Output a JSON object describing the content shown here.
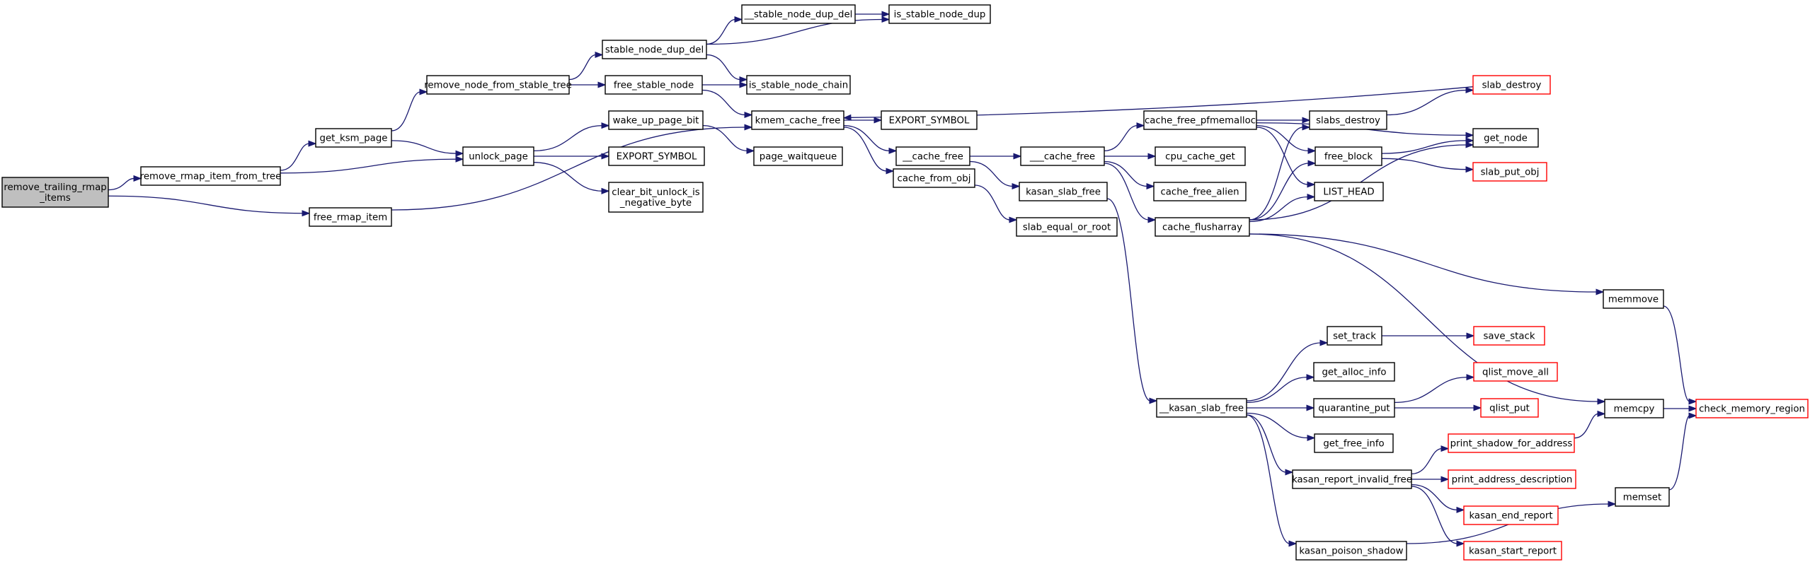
{
  "colors": {
    "edge": "#191970",
    "node_border": "#000000",
    "truncated_border": "#ff0000",
    "root_fill": "#bfbfbf",
    "node_fill": "#ffffff"
  },
  "nodes": [
    {
      "id": "remove_trailing_rmap_items",
      "lines": [
        "remove_trailing_rmap",
        "_items"
      ],
      "root": true
    },
    {
      "id": "remove_rmap_item_from_tree",
      "lines": [
        "remove_rmap_item_from_tree"
      ]
    },
    {
      "id": "free_rmap_item",
      "lines": [
        "free_rmap_item"
      ]
    },
    {
      "id": "get_ksm_page",
      "lines": [
        "get_ksm_page"
      ]
    },
    {
      "id": "unlock_page",
      "lines": [
        "unlock_page"
      ]
    },
    {
      "id": "remove_node_from_stable_tree",
      "lines": [
        "remove_node_from_stable_tree"
      ]
    },
    {
      "id": "stable_node_dup_del",
      "lines": [
        "stable_node_dup_del"
      ]
    },
    {
      "id": "__stable_node_dup_del",
      "lines": [
        "__stable_node_dup_del"
      ]
    },
    {
      "id": "is_stable_node_dup",
      "lines": [
        "is_stable_node_dup"
      ]
    },
    {
      "id": "free_stable_node",
      "lines": [
        "free_stable_node"
      ]
    },
    {
      "id": "is_stable_node_chain",
      "lines": [
        "is_stable_node_chain"
      ]
    },
    {
      "id": "wake_up_page_bit",
      "lines": [
        "wake_up_page_bit"
      ]
    },
    {
      "id": "EXPORT_SYMBOL_1",
      "lines": [
        "EXPORT_SYMBOL"
      ]
    },
    {
      "id": "clear_bit_unlock_is_negative_byte",
      "lines": [
        "clear_bit_unlock_is",
        "_negative_byte"
      ]
    },
    {
      "id": "page_waitqueue",
      "lines": [
        "page_waitqueue"
      ]
    },
    {
      "id": "kmem_cache_free",
      "lines": [
        "kmem_cache_free"
      ]
    },
    {
      "id": "EXPORT_SYMBOL_2",
      "lines": [
        "EXPORT_SYMBOL"
      ]
    },
    {
      "id": "__cache_free",
      "lines": [
        "__cache_free"
      ]
    },
    {
      "id": "cache_from_obj",
      "lines": [
        "cache_from_obj"
      ]
    },
    {
      "id": "slab_equal_or_root",
      "lines": [
        "slab_equal_or_root"
      ]
    },
    {
      "id": "kasan_slab_free",
      "lines": [
        "kasan_slab_free"
      ]
    },
    {
      "id": "___cache_free",
      "lines": [
        "___cache_free"
      ]
    },
    {
      "id": "cache_free_pfmemalloc",
      "lines": [
        "cache_free_pfmemalloc"
      ]
    },
    {
      "id": "cpu_cache_get",
      "lines": [
        "cpu_cache_get"
      ]
    },
    {
      "id": "cache_free_alien",
      "lines": [
        "cache_free_alien"
      ]
    },
    {
      "id": "cache_flusharray",
      "lines": [
        "cache_flusharray"
      ]
    },
    {
      "id": "slabs_destroy",
      "lines": [
        "slabs_destroy"
      ]
    },
    {
      "id": "free_block",
      "lines": [
        "free_block"
      ]
    },
    {
      "id": "LIST_HEAD",
      "lines": [
        "LIST_HEAD"
      ]
    },
    {
      "id": "slab_destroy",
      "lines": [
        "slab_destroy"
      ],
      "truncated": true
    },
    {
      "id": "get_node",
      "lines": [
        "get_node"
      ]
    },
    {
      "id": "slab_put_obj",
      "lines": [
        "slab_put_obj"
      ],
      "truncated": true
    },
    {
      "id": "memmove",
      "lines": [
        "memmove"
      ]
    },
    {
      "id": "check_memory_region",
      "lines": [
        "check_memory_region"
      ],
      "truncated": true
    },
    {
      "id": "memcpy",
      "lines": [
        "memcpy"
      ]
    },
    {
      "id": "memset",
      "lines": [
        "memset"
      ]
    },
    {
      "id": "__kasan_slab_free",
      "lines": [
        "__kasan_slab_free"
      ]
    },
    {
      "id": "set_track",
      "lines": [
        "set_track"
      ]
    },
    {
      "id": "save_stack",
      "lines": [
        "save_stack"
      ],
      "truncated": true
    },
    {
      "id": "get_alloc_info",
      "lines": [
        "get_alloc_info"
      ]
    },
    {
      "id": "quarantine_put",
      "lines": [
        "quarantine_put"
      ]
    },
    {
      "id": "qlist_move_all",
      "lines": [
        "qlist_move_all"
      ],
      "truncated": true
    },
    {
      "id": "qlist_put",
      "lines": [
        "qlist_put"
      ],
      "truncated": true
    },
    {
      "id": "get_free_info",
      "lines": [
        "get_free_info"
      ]
    },
    {
      "id": "kasan_report_invalid_free",
      "lines": [
        "kasan_report_invalid_free"
      ]
    },
    {
      "id": "print_shadow_for_address",
      "lines": [
        "print_shadow_for_address"
      ],
      "truncated": true
    },
    {
      "id": "print_address_description",
      "lines": [
        "print_address_description"
      ],
      "truncated": true
    },
    {
      "id": "kasan_end_report",
      "lines": [
        "kasan_end_report"
      ],
      "truncated": true
    },
    {
      "id": "kasan_start_report",
      "lines": [
        "kasan_start_report"
      ],
      "truncated": true
    },
    {
      "id": "kasan_poison_shadow",
      "lines": [
        "kasan_poison_shadow"
      ]
    }
  ],
  "edges": [
    [
      "remove_trailing_rmap_items",
      "remove_rmap_item_from_tree"
    ],
    [
      "remove_trailing_rmap_items",
      "free_rmap_item"
    ],
    [
      "remove_rmap_item_from_tree",
      "get_ksm_page"
    ],
    [
      "remove_rmap_item_from_tree",
      "unlock_page"
    ],
    [
      "get_ksm_page",
      "remove_node_from_stable_tree"
    ],
    [
      "get_ksm_page",
      "unlock_page"
    ],
    [
      "remove_node_from_stable_tree",
      "stable_node_dup_del"
    ],
    [
      "remove_node_from_stable_tree",
      "free_stable_node"
    ],
    [
      "stable_node_dup_del",
      "__stable_node_dup_del"
    ],
    [
      "stable_node_dup_del",
      "is_stable_node_dup"
    ],
    [
      "stable_node_dup_del",
      "is_stable_node_chain"
    ],
    [
      "__stable_node_dup_del",
      "is_stable_node_dup"
    ],
    [
      "free_stable_node",
      "is_stable_node_chain"
    ],
    [
      "free_stable_node",
      "kmem_cache_free"
    ],
    [
      "unlock_page",
      "wake_up_page_bit"
    ],
    [
      "unlock_page",
      "EXPORT_SYMBOL_1"
    ],
    [
      "unlock_page",
      "clear_bit_unlock_is_negative_byte"
    ],
    [
      "wake_up_page_bit",
      "page_waitqueue"
    ],
    [
      "free_rmap_item",
      "kmem_cache_free"
    ],
    [
      "kmem_cache_free",
      "EXPORT_SYMBOL_2"
    ],
    [
      "kmem_cache_free",
      "__cache_free"
    ],
    [
      "kmem_cache_free",
      "cache_from_obj"
    ],
    [
      "cache_from_obj",
      "slab_equal_or_root"
    ],
    [
      "__cache_free",
      "___cache_free"
    ],
    [
      "__cache_free",
      "kasan_slab_free"
    ],
    [
      "kasan_slab_free",
      "__kasan_slab_free"
    ],
    [
      "___cache_free",
      "cache_free_pfmemalloc"
    ],
    [
      "___cache_free",
      "cpu_cache_get"
    ],
    [
      "___cache_free",
      "cache_free_alien"
    ],
    [
      "___cache_free",
      "cache_flusharray"
    ],
    [
      "cache_free_pfmemalloc",
      "slabs_destroy"
    ],
    [
      "cache_free_pfmemalloc",
      "free_block"
    ],
    [
      "cache_free_pfmemalloc",
      "LIST_HEAD"
    ],
    [
      "cache_free_pfmemalloc",
      "get_node"
    ],
    [
      "slabs_destroy",
      "slab_destroy"
    ],
    [
      "slab_destroy",
      "kmem_cache_free"
    ],
    [
      "free_block",
      "get_node"
    ],
    [
      "free_block",
      "slab_put_obj"
    ],
    [
      "cache_flusharray",
      "slabs_destroy"
    ],
    [
      "cache_flusharray",
      "free_block"
    ],
    [
      "cache_flusharray",
      "LIST_HEAD"
    ],
    [
      "cache_flusharray",
      "get_node"
    ],
    [
      "cache_flusharray",
      "memmove"
    ],
    [
      "cache_flusharray",
      "memcpy"
    ],
    [
      "memmove",
      "check_memory_region"
    ],
    [
      "memcpy",
      "check_memory_region"
    ],
    [
      "memset",
      "check_memory_region"
    ],
    [
      "__kasan_slab_free",
      "set_track"
    ],
    [
      "__kasan_slab_free",
      "get_alloc_info"
    ],
    [
      "__kasan_slab_free",
      "quarantine_put"
    ],
    [
      "__kasan_slab_free",
      "get_free_info"
    ],
    [
      "__kasan_slab_free",
      "kasan_report_invalid_free"
    ],
    [
      "__kasan_slab_free",
      "kasan_poison_shadow"
    ],
    [
      "set_track",
      "save_stack"
    ],
    [
      "quarantine_put",
      "qlist_move_all"
    ],
    [
      "quarantine_put",
      "qlist_put"
    ],
    [
      "kasan_report_invalid_free",
      "print_shadow_for_address"
    ],
    [
      "kasan_report_invalid_free",
      "print_address_description"
    ],
    [
      "kasan_report_invalid_free",
      "kasan_end_report"
    ],
    [
      "kasan_report_invalid_free",
      "kasan_start_report"
    ],
    [
      "print_shadow_for_address",
      "memcpy"
    ],
    [
      "kasan_poison_shadow",
      "memset"
    ]
  ]
}
